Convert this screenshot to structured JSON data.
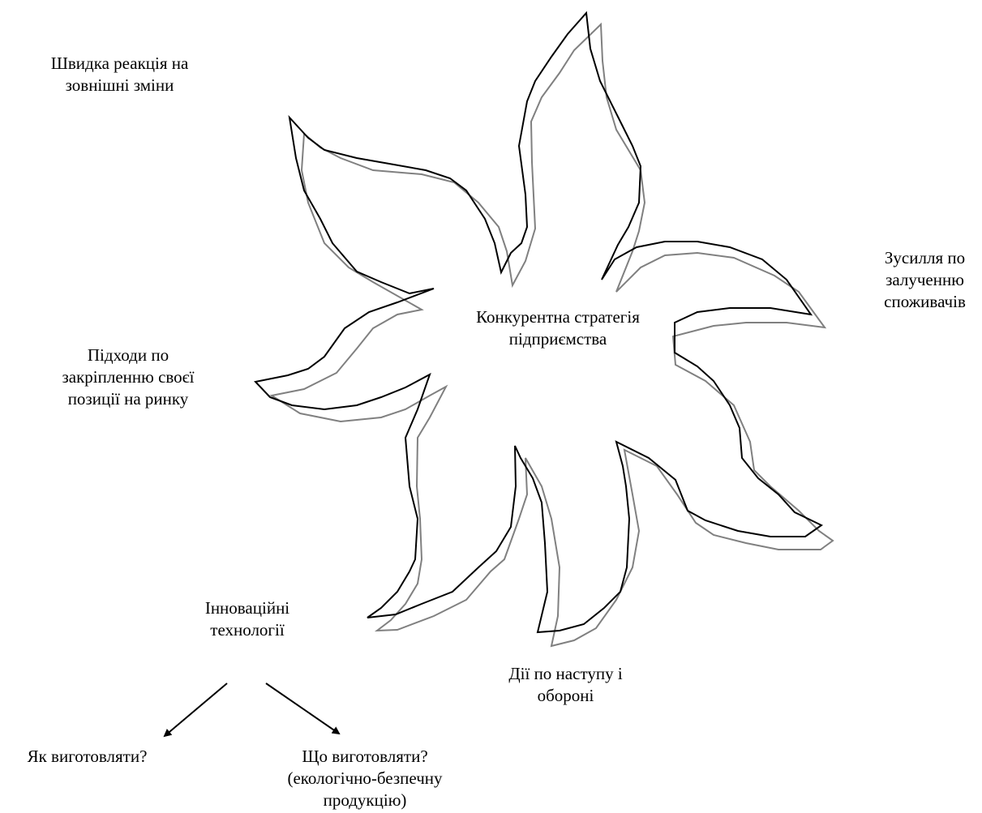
{
  "center": {
    "lines": [
      "Конкурентна стратегія",
      "підприємства"
    ]
  },
  "labels": {
    "response": {
      "lines": [
        "Швидка реакція на",
        "зовнішні зміни"
      ]
    },
    "attraction": {
      "lines": [
        "Зусилля по",
        "залученню",
        "споживачів"
      ]
    },
    "positioning": {
      "lines": [
        "Підходи по",
        "закріпленню своєї",
        "позиції на ринку"
      ]
    },
    "offense": {
      "lines": [
        "Дії по наступу і",
        "обороні"
      ]
    },
    "innovation": {
      "lines": [
        "Інноваційні",
        "технології"
      ]
    },
    "how": {
      "lines": [
        "Як виготовляти?"
      ]
    },
    "what": {
      "lines": [
        "Що виготовляти?",
        "(екологічно-безпечну",
        "продукцію)"
      ]
    }
  },
  "colors": {
    "outline": "#000000",
    "shadow": "#808080"
  }
}
